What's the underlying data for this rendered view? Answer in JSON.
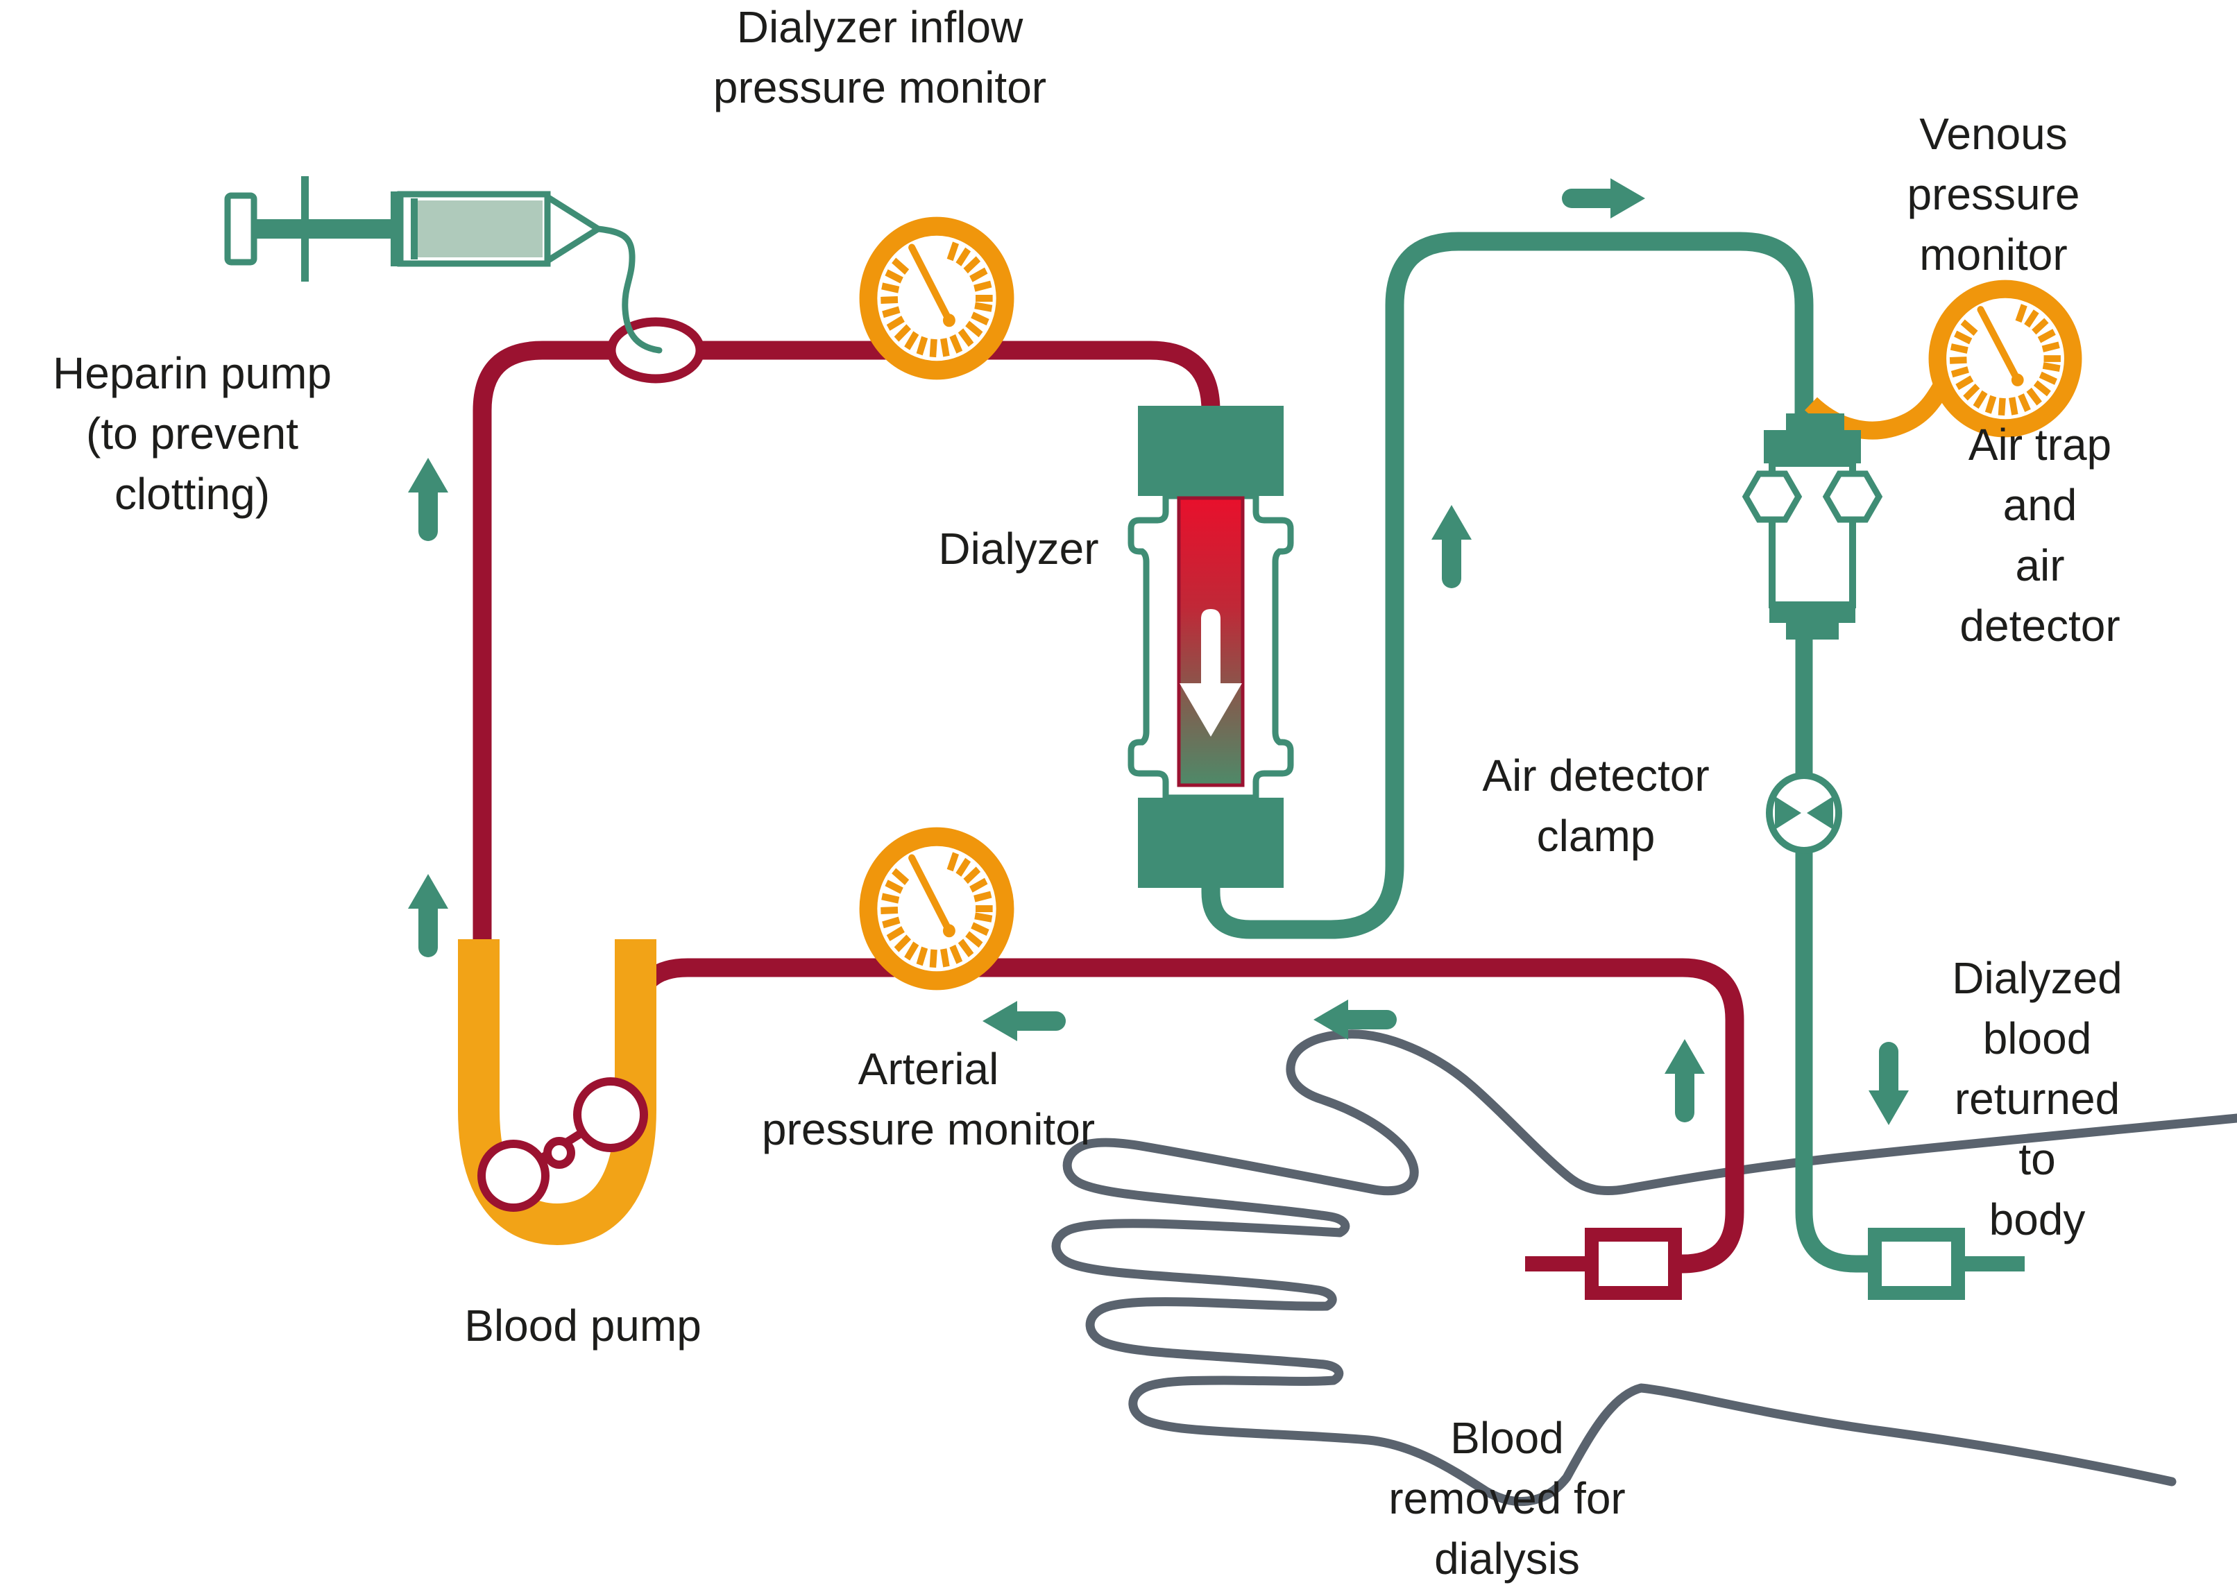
{
  "labels": {
    "heparin_pump": "Heparin pump\n(to prevent\nclotting)",
    "dialyzer_inflow_monitor": "Dialyzer inflow\npressure monitor",
    "venous_monitor": "Venous\npressure monitor",
    "dialyzer": "Dialyzer",
    "air_trap": "Air trap and\nair detector",
    "air_detector_clamp": "Air detector\nclamp",
    "dialyzed_blood": "Dialyzed blood\nreturned to\nbody",
    "arterial_monitor": "Arterial\npressure monitor",
    "blood_pump": "Blood pump",
    "blood_removed": "Blood\nremoved for\ndialysis"
  },
  "flow_arrows": {
    "directions": [
      "up",
      "up",
      "up",
      "right",
      "up",
      "down",
      "left",
      "left"
    ]
  },
  "colors": {
    "blood_red": "#9B1230",
    "bright_red": "#E8102C",
    "venous_green": "#3F8D75",
    "monitor_orange": "#F0960C",
    "pump_orange": "#F2A317",
    "arm_gray": "#5A636E",
    "syringe_fill": "#AFCABB",
    "label_text": "#1D1D1B",
    "background": "#FFFFFF"
  }
}
